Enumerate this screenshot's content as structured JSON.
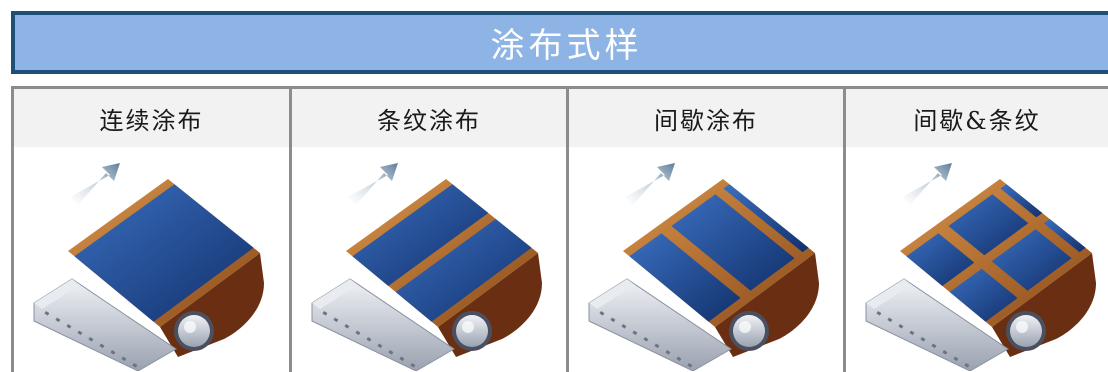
{
  "title": "涂布式样",
  "panels": [
    {
      "label": "连续涂布",
      "pattern": "continuous"
    },
    {
      "label": "条纹涂布",
      "pattern": "stripe"
    },
    {
      "label": "间歇涂布",
      "pattern": "intermittent"
    },
    {
      "label": "间歇&条纹",
      "pattern": "intermittent-stripe"
    }
  ],
  "colors": {
    "title_bg": "#8db4e4",
    "title_border": "#1f4e79",
    "coating_blue": "#1f4f9c",
    "substrate_copper": "#b5682a",
    "roller_silver": "#c9ced8"
  }
}
